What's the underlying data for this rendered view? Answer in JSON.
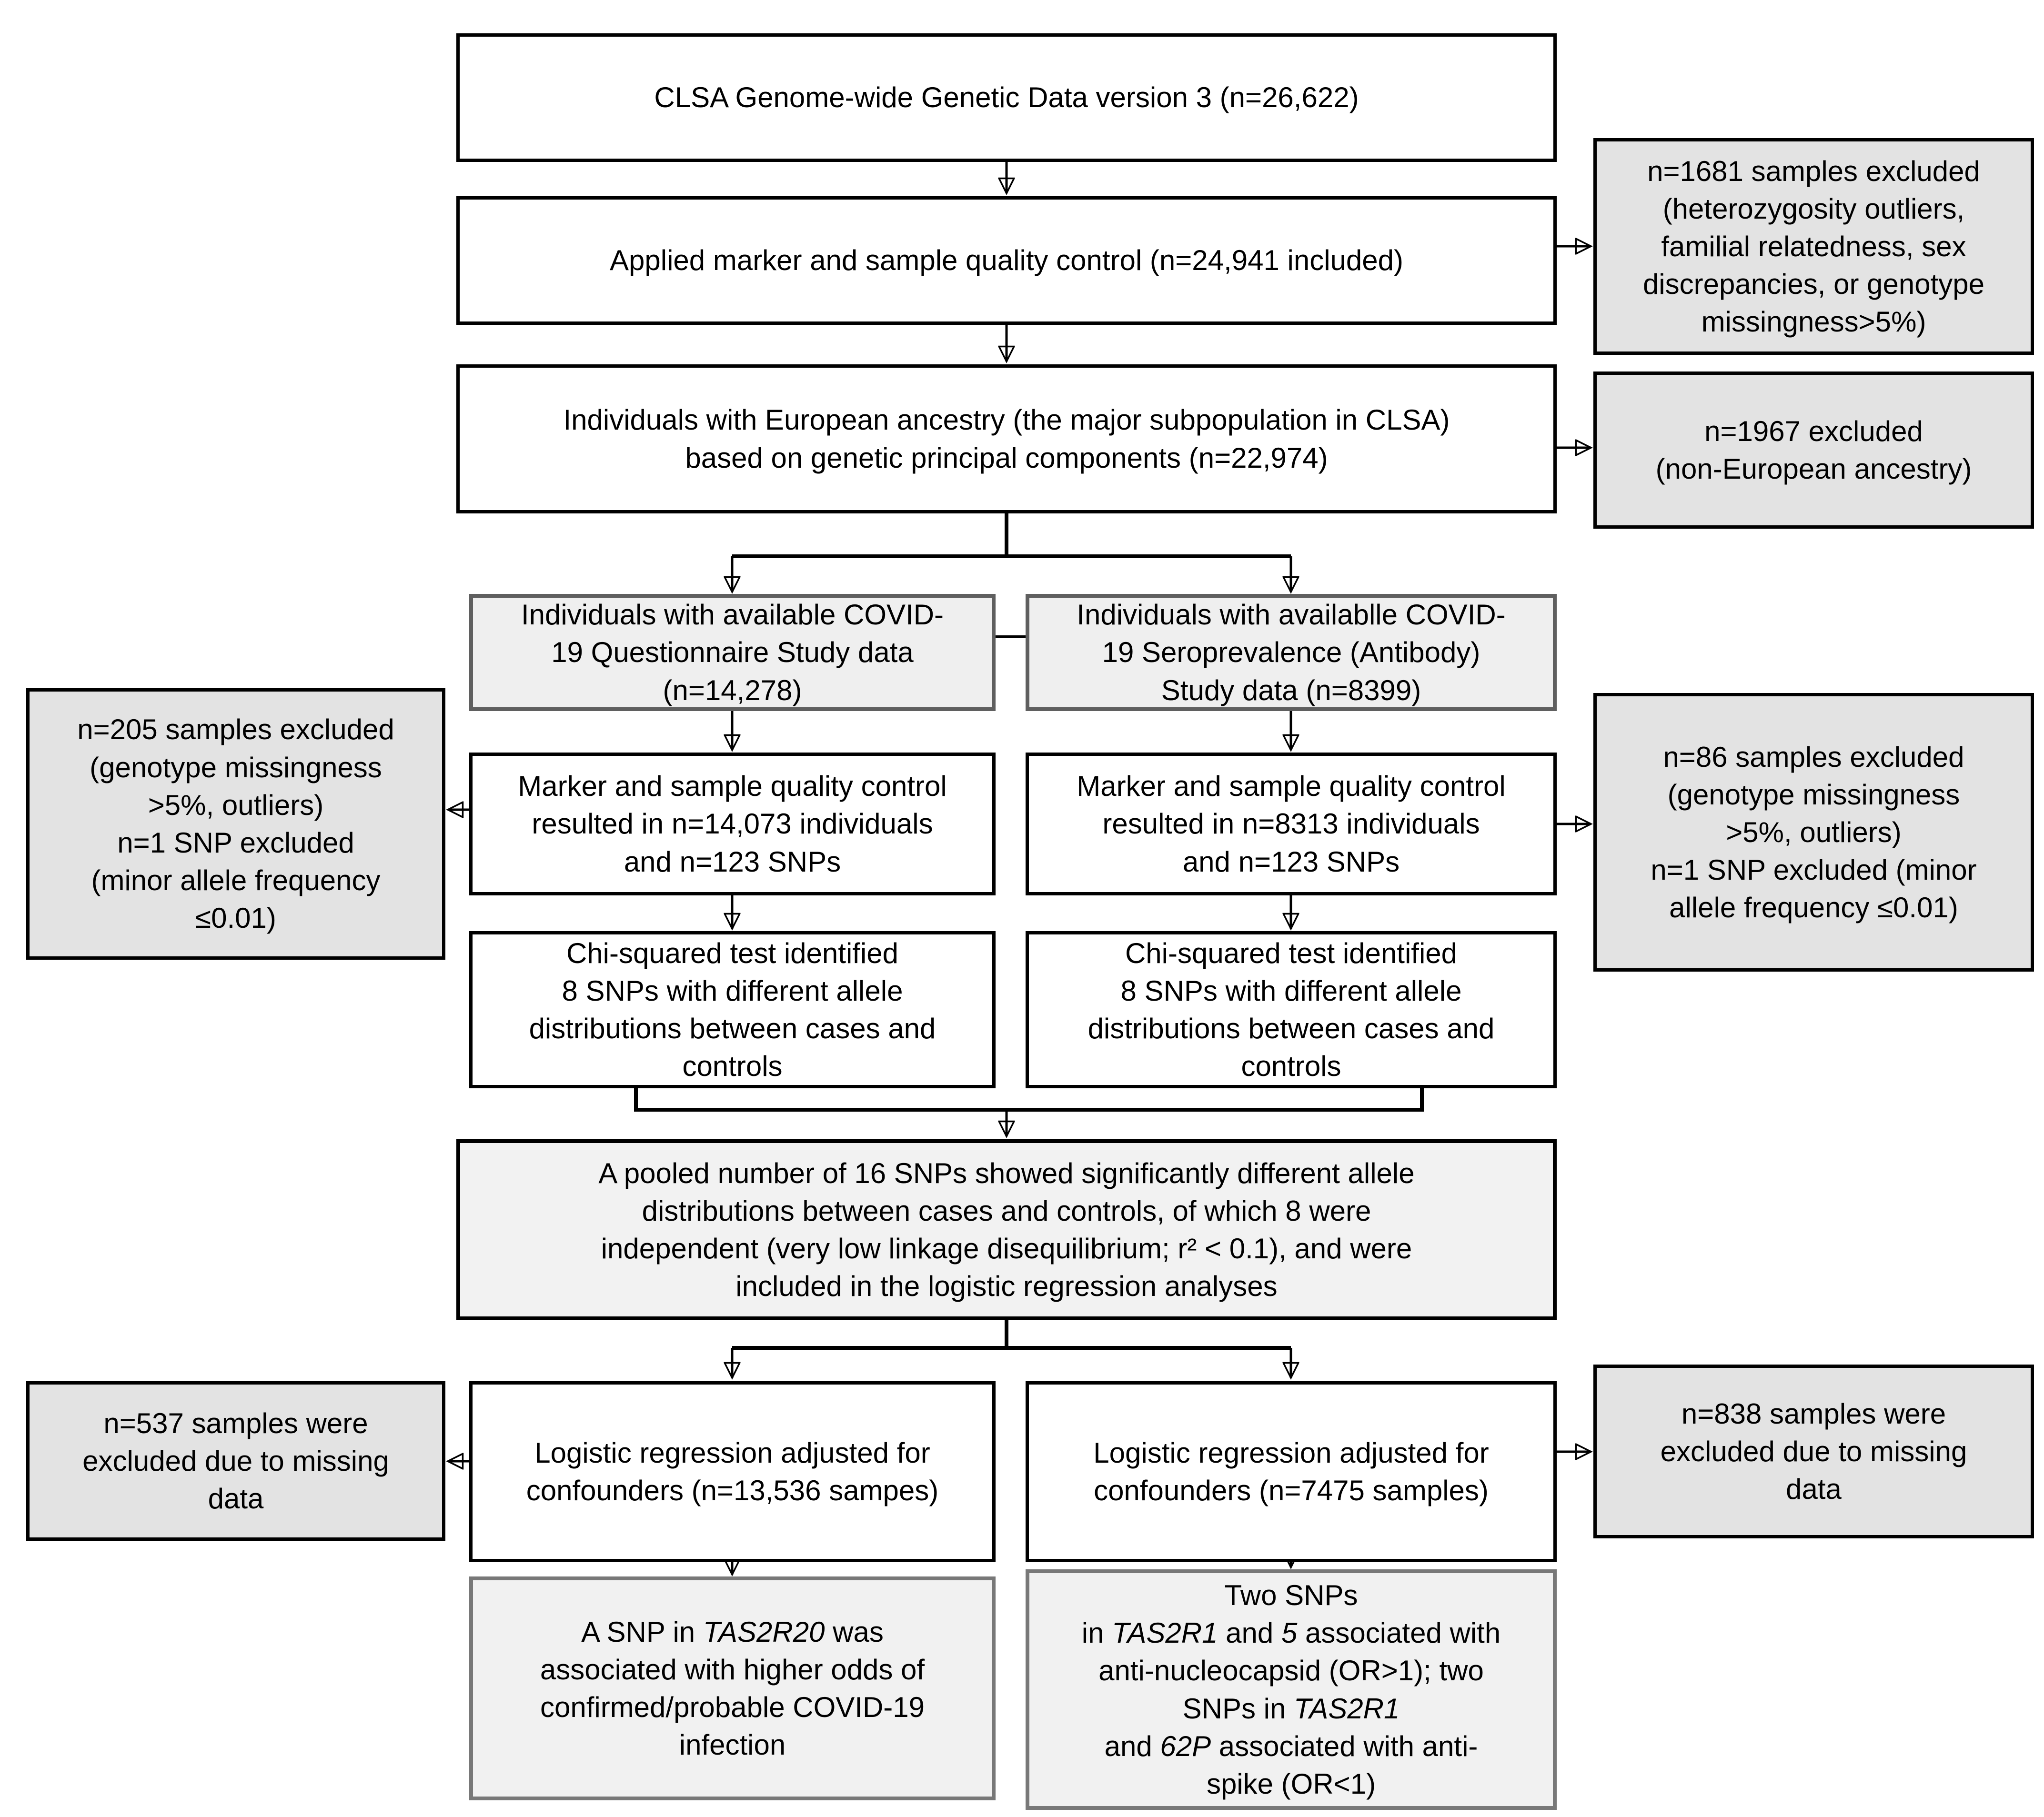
{
  "boxes": {
    "clsa": {
      "text": "CLSA Genome-wide Genetic Data version 3 (n=26,622)"
    },
    "qc_all": {
      "text": "Applied marker and sample quality control (n=24,941 included)"
    },
    "european": {
      "text": "Individuals with European ancestry (the major subpopulation in CLSA)\nbased on genetic principal components (n=22,974)"
    },
    "excl_1681": {
      "text": "n=1681 samples excluded\n(heterozygosity outliers,\nfamilial relatedness, sex\ndiscrepancies, or genotype\nmissingness>5%)"
    },
    "excl_1967": {
      "text": "n=1967 excluded\n(non-European ancestry)"
    },
    "questionnaire": {
      "text": "Individuals with available COVID-\n19 Questionnaire Study data\n(n=14,278)"
    },
    "seroprevalence": {
      "text": "Individuals with availablle COVID-\n19 Seroprevalence (Antibody)\nStudy data (n=8399)"
    },
    "qc_questionnaire": {
      "text": "Marker and sample quality control\nresulted in n=14,073 individuals\nand n=123 SNPs"
    },
    "qc_seroprevalence": {
      "text": "Marker and sample quality control\nresulted in n=8313 individuals\nand n=123 SNPs"
    },
    "excl_205": {
      "text": "n=205 samples excluded\n(genotype missingness\n>5%, outliers)\nn=1 SNP excluded\n(minor allele frequency\n≤0.01)"
    },
    "excl_86": {
      "text": "n=86 samples excluded\n(genotype missingness\n>5%, outliers)\nn=1 SNP excluded (minor\nallele frequency ≤0.01)"
    },
    "chisq_questionnaire": {
      "text": "Chi-squared test identified\n8 SNPs with different allele\ndistributions between cases and\ncontrols"
    },
    "chisq_seroprevalence": {
      "text": "Chi-squared test identified\n8 SNPs with different allele\ndistributions between cases and\ncontrols"
    },
    "pooled": {
      "text": "A pooled number of 16 SNPs showed significantly different allele\ndistributions between cases and controls, of which 8 were\nindependent (very low linkage disequilibrium; r² < 0.1), and were\nincluded in the logistic regression analyses"
    },
    "logreg_questionnaire": {
      "text": "Logistic regression adjusted for\nconfounders (n=13,536 sampes)"
    },
    "logreg_seroprevalence": {
      "text": "Logistic regression adjusted for\nconfounders (n=7475 samples)"
    },
    "excl_537": {
      "text": "n=537 samples were\nexcluded due to missing\ndata"
    },
    "excl_838": {
      "text": "n=838 samples were\nexcluded due to missing\ndata"
    },
    "result_questionnaire": {
      "segments": [
        {
          "t": "A SNP in "
        },
        {
          "t": "TAS2R20",
          "i": true
        },
        {
          "t": " was\nassociated with higher odds of\nconfirmed/probable COVID-19\ninfection"
        }
      ]
    },
    "result_seroprevalence": {
      "segments": [
        {
          "t": "Two SNPs\nin "
        },
        {
          "t": "TAS2R1",
          "i": true
        },
        {
          "t": " and "
        },
        {
          "t": "5",
          "i": true
        },
        {
          "t": " associated with\nanti-nucleocapsid (OR>1); two\nSNPs in "
        },
        {
          "t": "TAS2R1",
          "i": true
        },
        {
          "t": "\nand "
        },
        {
          "t": "62P",
          "i": true
        },
        {
          "t": " associated with anti-\nspike (OR<1)"
        }
      ]
    }
  },
  "colors": {
    "process_fill": "#ffffff",
    "exclusion_fill": "#e3e3e3",
    "branch_fill": "#efefef",
    "pooled_fill": "#f2f2f2",
    "border_black": "#000000",
    "border_gray": "#5f5f5f"
  }
}
